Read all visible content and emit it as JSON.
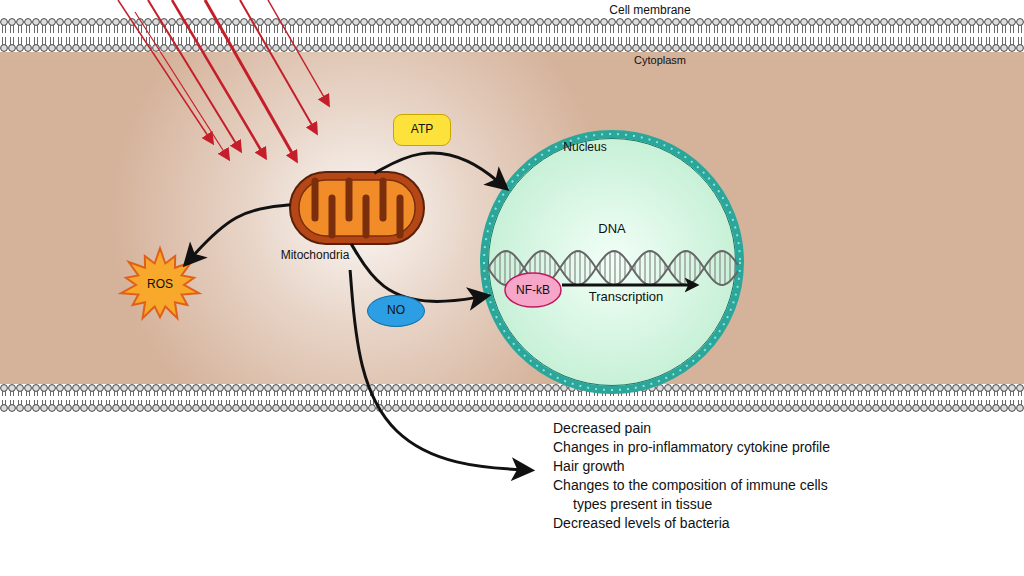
{
  "diagram": {
    "nodes": [
      {
        "text": [
          "Mitochondria"
        ]
      },
      {
        "text": [
          "ROS"
        ]
      },
      {
        "text": [
          "Nucleus",
          "DNA"
        ]
      },
      {
        "text": [
          "NF-kB"
        ],
        "in": 2
      },
      {
        "text": [
          "Decreased pain",
          "Changes in pro-inflammatory cytokine profile",
          "Hair growth",
          "Changes to the composition of immune cells types present in tissue",
          "Decreased levels of bacteria"
        ]
      }
    ],
    "edges": [
      {
        "from": 0,
        "to": 1,
        "arrow": "to"
      },
      {
        "from": 0,
        "to": 2,
        "label": "ATP",
        "arrow": "to"
      },
      {
        "from": 0,
        "to": 2,
        "label": "NO",
        "arrow": "to"
      },
      {
        "from": 0,
        "to": 4,
        "arrow": "to"
      }
    ],
    "labels": [
      "Cell membrane",
      "Cytoplasm",
      "Transcription"
    ]
  }
}
